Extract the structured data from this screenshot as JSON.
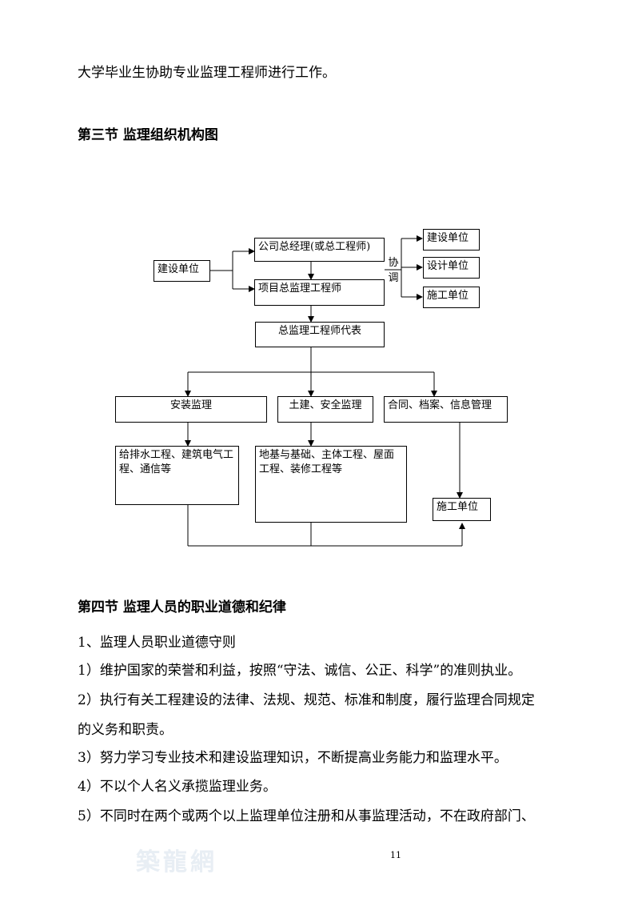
{
  "intro_line": "大学毕业生协助专业监理工程师进行工作。",
  "section3_title": "第三节  监理组织机构图",
  "org_chart": {
    "client": "建设单位",
    "gm": "公司总经理(或总工程师)",
    "chief_engineer": "项目总监理工程师",
    "coordinate_char1": "协",
    "coordinate_char2": "调",
    "right_client": "建设单位",
    "right_design": "设计单位",
    "right_construction": "施工单位",
    "chief_rep": "总监理工程师代表",
    "install": "安装监理",
    "civil": "土建、安全监理",
    "contract": "合同、档案、信息管理",
    "install_detail": "给排水工程、建筑电气工程、通信等",
    "civil_detail": "地基与基础、主体工程、屋面工程、装修工程等",
    "bottom_construction": "施工单位"
  },
  "section4_title": "第四节  监理人员的职业道德和纪律",
  "lines": [
    "1、监理人员职业道德守则",
    "1）维护国家的荣誉和利益，按照“守法、诚信、公正、科学”的准则执业。",
    "2）执行有关工程建设的法律、法规、规范、标准和制度，履行监理合同规定",
    "的义务和职责。",
    "3）努力学习专业技术和建设监理知识，不断提高业务能力和监理水平。",
    "4）不以个人名义承揽监理业务。",
    "5）不同时在两个或两个以上监理单位注册和从事监理活动，不在政府部门、"
  ],
  "page_number": "11",
  "watermark": "築龍網"
}
